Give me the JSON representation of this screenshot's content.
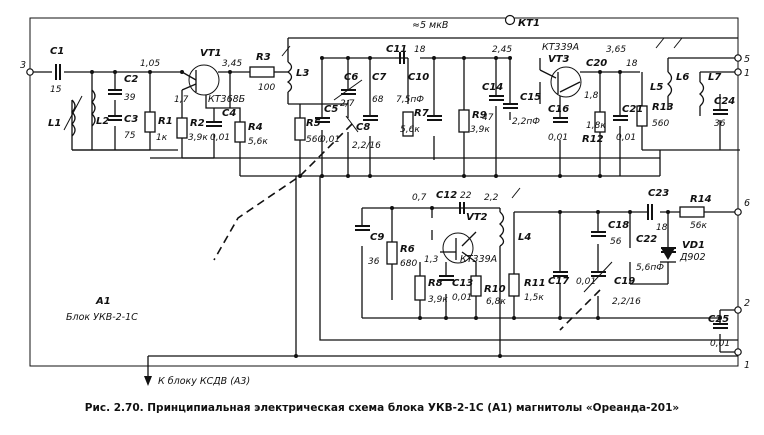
{
  "caption": "Рис. 2.70. Принципиальная электрическая схема блока УКВ-2-1С (А1) магнитолы «Ореанда-201»",
  "block": {
    "id": "А1",
    "name": "Блок УКВ-2-1С"
  },
  "test_point": {
    "label": "КТ1",
    "signal": "≈5 мкВ"
  },
  "output_note": "К блоку КСДВ (А3)",
  "voltages": {
    "v1": "1,05",
    "v2": "3,45",
    "v3": "1,7",
    "v4": "2,45",
    "v5": "3,65",
    "v6": "1,8",
    "v7": "0,7",
    "v8": "2,2",
    "v9": "1,3"
  },
  "terminals": {
    "t3": "3",
    "t5": "5",
    "t1a": "1",
    "t6": "6",
    "t2": "2",
    "t1b": "1"
  },
  "transistors": {
    "vt1": "VT1",
    "vt1_type": "КТ368Б",
    "vt2": "VT2",
    "vt2_type": "КТ339А",
    "vt3": "VT3",
    "vt3_type": "КТ339А"
  },
  "diode": {
    "name": "VD1",
    "type": "Д902"
  },
  "inductors": {
    "L1": "L1",
    "L2": "L2",
    "L3": "L3",
    "L4": "L4",
    "L5": "L5",
    "L6": "L6",
    "L7": "L7"
  },
  "resistors": {
    "R1": "R1",
    "R1v": "1к",
    "R2": "R2",
    "R2v": "3,9к",
    "R3": "R3",
    "R3v": "100",
    "R4": "R4",
    "R4v": "5,6к",
    "R5": "R5",
    "R5v": "560",
    "R6": "R6",
    "R6v": "680",
    "R7": "R7",
    "R7v": "5,6к",
    "R8": "R8",
    "R8v": "3,9к",
    "R9": "R9",
    "R9v": "3,9к",
    "R10": "R10",
    "R10v": "6,8к",
    "R11": "R11",
    "R11v": "1,5к",
    "R12": "R12",
    "R12v": "1,8к",
    "R13": "R13",
    "R13v": "560",
    "R14": "R14",
    "R14v": "56к"
  },
  "capacitors": {
    "C1": "C1",
    "C1v": "15",
    "C2": "C2",
    "C2v": "39",
    "C3": "C3",
    "C3v": "75",
    "C4": "C4",
    "C4v": "0,01",
    "C5": "C5",
    "C5v": "0,01",
    "C6": "C6",
    "C6v": "2/7",
    "C7": "C7",
    "C7v": "68",
    "C8": "C8",
    "C8v": "2,2/16",
    "C9": "C9",
    "C9v": "36",
    "C10": "C10",
    "C10v": "7,5пФ",
    "C11": "C11",
    "C11v": "18",
    "C12": "C12",
    "C12v": "22",
    "C13": "C13",
    "C13v": "0,01",
    "C14": "C14",
    "C14v": "47",
    "C15": "C15",
    "C15v": "2,2пФ",
    "C16": "C16",
    "C16v": "0,01",
    "C17": "C17",
    "C17v": "0,01",
    "C18": "C18",
    "C18v": "56",
    "C19": "C19",
    "C19v": "2,2/16",
    "C20": "C20",
    "C21": "C21",
    "C21v": "0,01",
    "C22": "C22",
    "C22v": "5,6пФ",
    "C23": "C23",
    "C23v": "18",
    "C24": "C24",
    "C24v": "36",
    "C25": "C25",
    "C25v": "0,01"
  }
}
